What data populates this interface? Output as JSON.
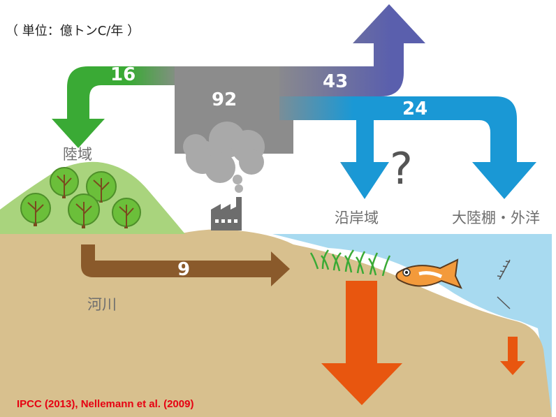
{
  "unit_label": "（ 単位：億トンC/年 ）",
  "flows": {
    "land": "16",
    "emission": "92",
    "atmosphere": "43",
    "ocean": "24",
    "river": "9"
  },
  "places": {
    "land": "陸域",
    "river": "河川",
    "coastal": "沿岸域",
    "shelf_ocean": "大陸棚・外洋"
  },
  "question_mark": "?",
  "source": "IPCC (2013), Nellemann et al. (2009)",
  "colors": {
    "land_arrow": "#3aaa35",
    "emission_gray": "#8c8c8c",
    "atmosphere_arrow": "#5a5fad",
    "ocean_arrow": "#1a98d5",
    "river_arrow": "#8a5a2b",
    "burial_arrow": "#e8560f",
    "soil": "#d8c08e",
    "sea": "#a8daf0",
    "hill": "#a9d47d",
    "source_text": "#e60012"
  },
  "icons": [
    "tree-icon",
    "factory-icon",
    "smoke-cloud-icon",
    "fish-icon",
    "seagrass-icon"
  ]
}
